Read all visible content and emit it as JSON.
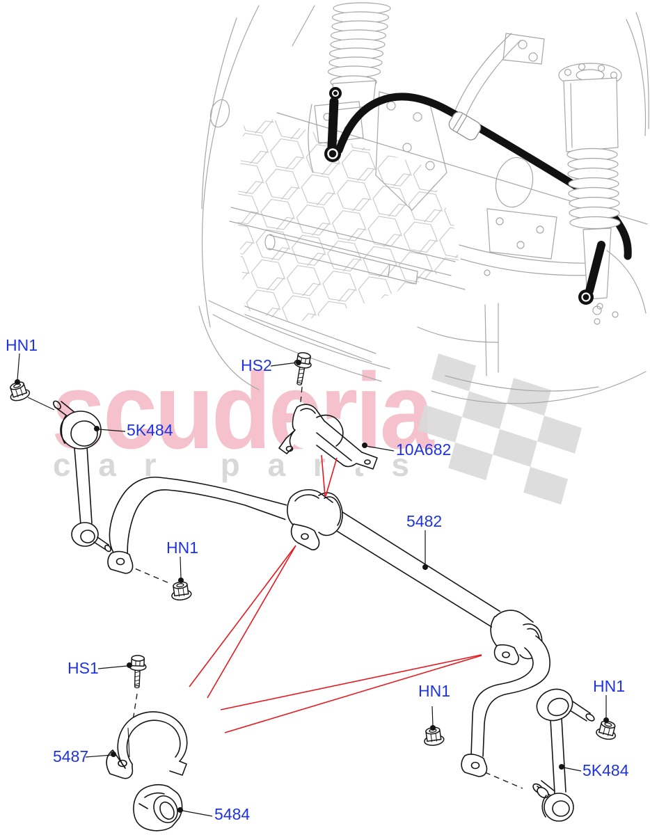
{
  "watermark": {
    "brand": "scuderia",
    "tagline": "car parts"
  },
  "labels": {
    "hn1": "HN1",
    "hs1": "HS1",
    "hs2": "HS2",
    "stabilizer_bar": "5482",
    "link": "5K484",
    "bracket": "10A682",
    "clamp": "5487",
    "bushing": "5484"
  },
  "diagram": {
    "callouts": [
      "HN1",
      "5K484",
      "HS2",
      "10A682",
      "5482",
      "HN1",
      "HS1",
      "5487",
      "5484",
      "HN1",
      "HN1",
      "5K484"
    ]
  },
  "colors": {
    "label_blue": "#1e32e6",
    "red": "#e6191f",
    "pink": "#f4c1cc",
    "gray_text": "#d8d8d8",
    "checker": "#dadada",
    "faint": "#a6a6a6",
    "ink": "#141414"
  }
}
